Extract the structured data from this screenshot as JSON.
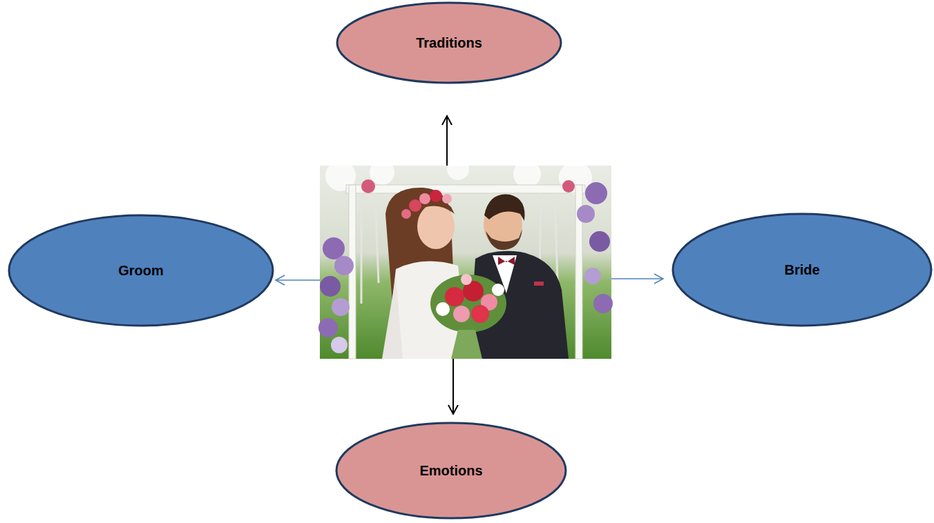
{
  "diagram": {
    "nodes": [
      {
        "text": [
          "Traditions"
        ]
      },
      {
        "text": [
          "Groom"
        ]
      },
      {
        "text": [
          "Bride"
        ]
      },
      {
        "text": [
          "Emotions"
        ]
      }
    ]
  }
}
